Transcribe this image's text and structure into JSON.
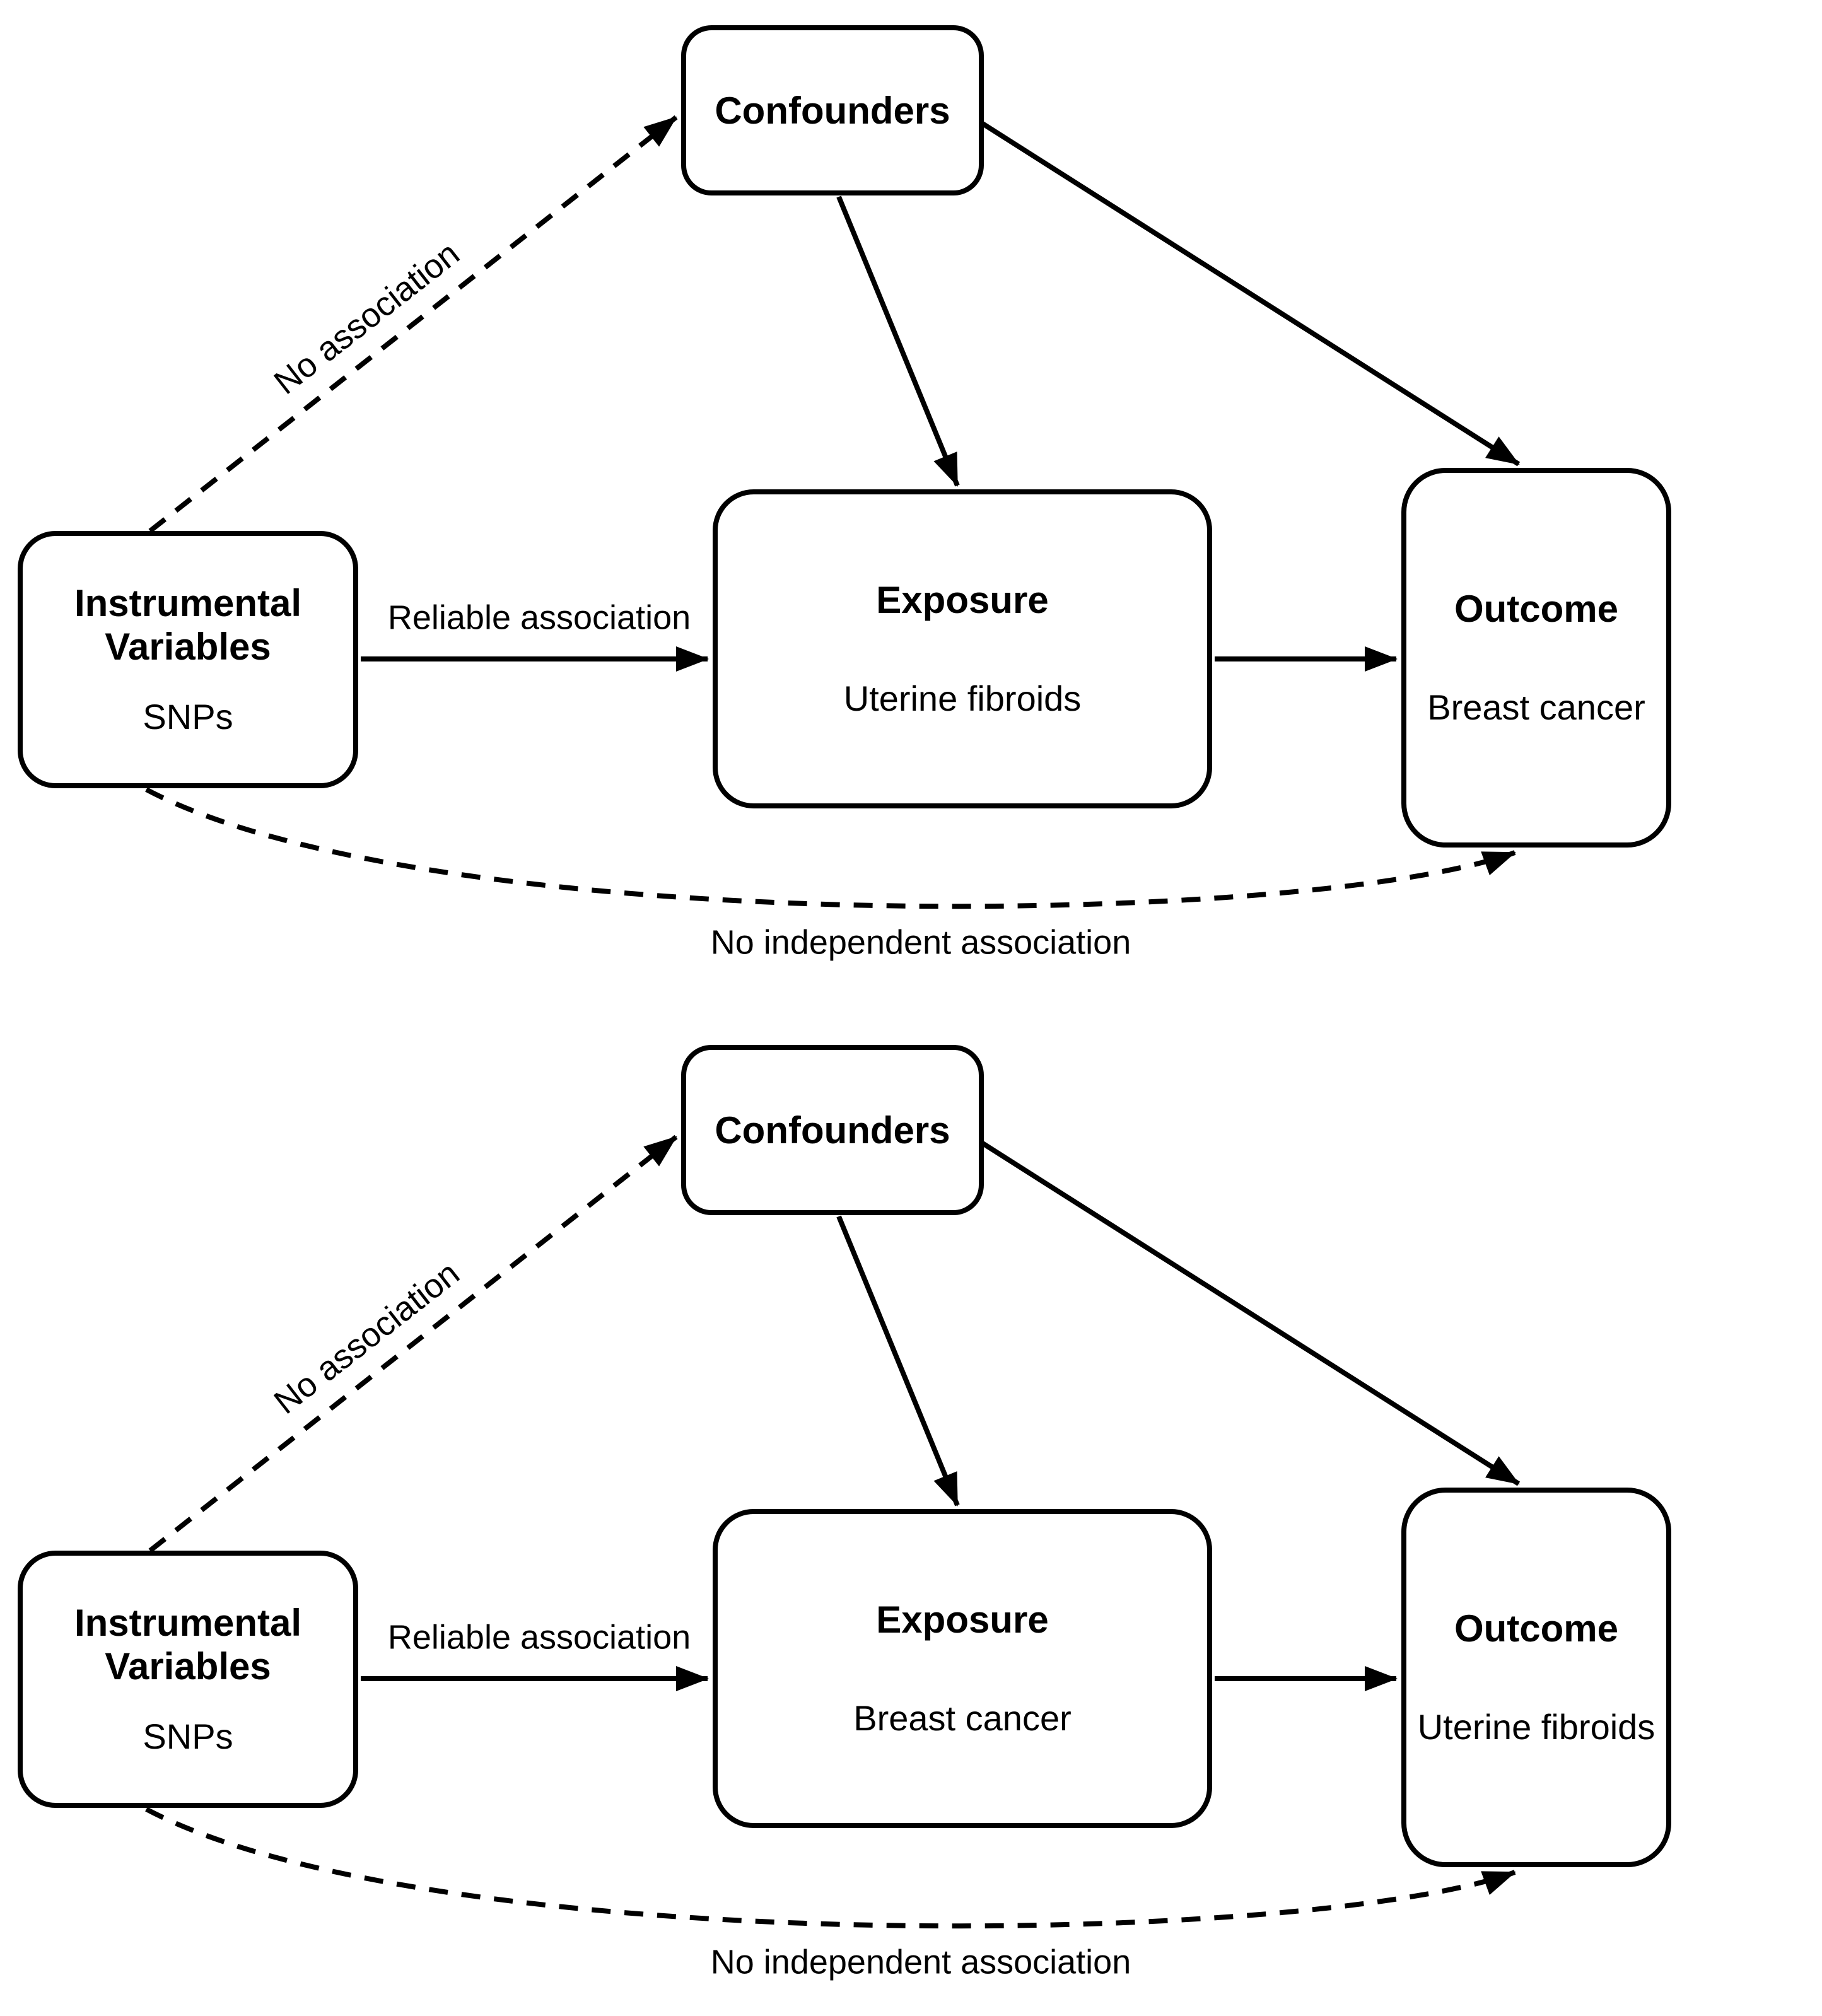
{
  "panels": [
    {
      "nodes": {
        "confounders": {
          "title": "Confounders"
        },
        "instrumental_variables": {
          "title": "Instrumental Variables",
          "subtitle": "SNPs"
        },
        "exposure": {
          "title": "Exposure",
          "subtitle": "Uterine fibroids"
        },
        "outcome": {
          "title": "Outcome",
          "subtitle": "Breast cancer"
        }
      },
      "edge_labels": {
        "no_association": "No association",
        "reliable_association": "Reliable association",
        "no_independent_association": "No independent association"
      },
      "edges": [
        {
          "from": "instrumental_variables",
          "to": "confounders",
          "style": "dashed",
          "label": "No association"
        },
        {
          "from": "confounders",
          "to": "exposure",
          "style": "solid",
          "label": ""
        },
        {
          "from": "confounders",
          "to": "outcome",
          "style": "solid",
          "label": ""
        },
        {
          "from": "instrumental_variables",
          "to": "exposure",
          "style": "solid",
          "label": "Reliable association"
        },
        {
          "from": "exposure",
          "to": "outcome",
          "style": "solid",
          "label": ""
        },
        {
          "from": "instrumental_variables",
          "to": "outcome",
          "style": "dashed-curve",
          "label": "No independent association"
        }
      ]
    },
    {
      "nodes": {
        "confounders": {
          "title": "Confounders"
        },
        "instrumental_variables": {
          "title": "Instrumental Variables",
          "subtitle": "SNPs"
        },
        "exposure": {
          "title": "Exposure",
          "subtitle": "Breast cancer"
        },
        "outcome": {
          "title": "Outcome",
          "subtitle": "Uterine fibroids"
        }
      },
      "edge_labels": {
        "no_association": "No association",
        "reliable_association": "Reliable association",
        "no_independent_association": "No independent association"
      },
      "edges": [
        {
          "from": "instrumental_variables",
          "to": "confounders",
          "style": "dashed",
          "label": "No association"
        },
        {
          "from": "confounders",
          "to": "exposure",
          "style": "solid",
          "label": ""
        },
        {
          "from": "confounders",
          "to": "outcome",
          "style": "solid",
          "label": ""
        },
        {
          "from": "instrumental_variables",
          "to": "exposure",
          "style": "solid",
          "label": "Reliable association"
        },
        {
          "from": "exposure",
          "to": "outcome",
          "style": "solid",
          "label": ""
        },
        {
          "from": "instrumental_variables",
          "to": "outcome",
          "style": "dashed-curve",
          "label": "No independent association"
        }
      ]
    }
  ],
  "colors": {
    "line": "#000000",
    "background": "#ffffff",
    "node_fill": "#ffffff"
  }
}
